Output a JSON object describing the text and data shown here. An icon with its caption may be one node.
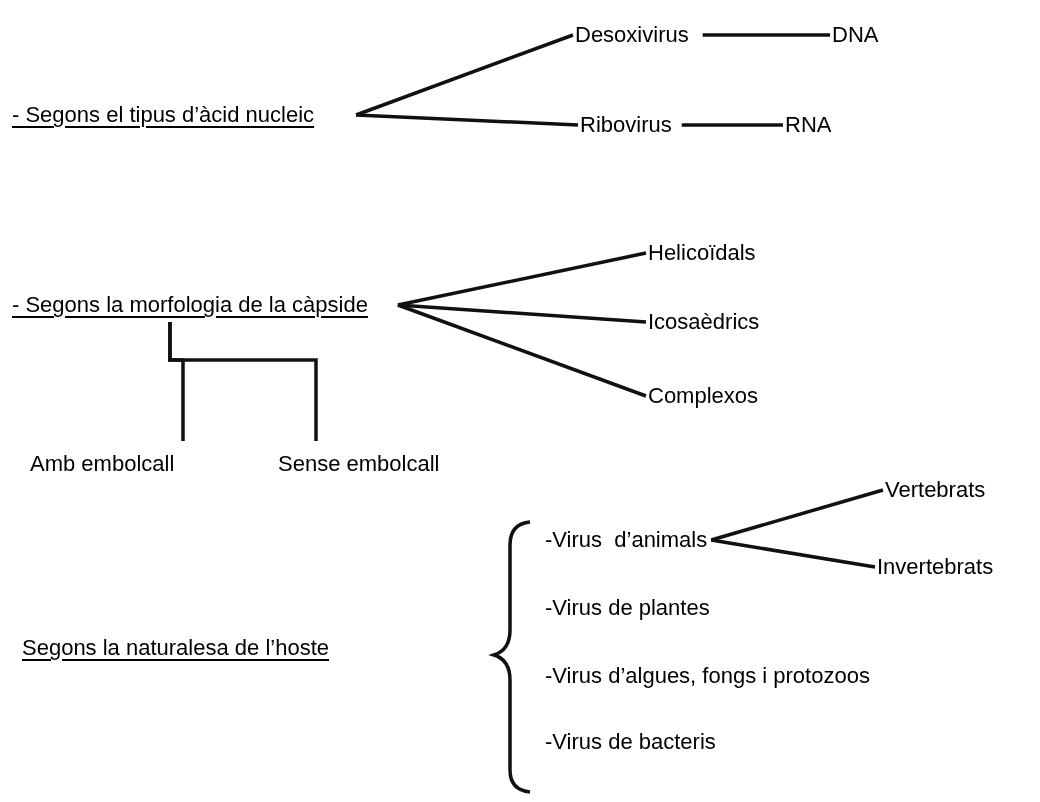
{
  "diagram": {
    "nodes": [
      {
        "text": [
          "- Segons el tipus d’àcid nucleic"
        ]
      },
      {
        "text": [
          "Desoxivirus"
        ]
      },
      {
        "text": [
          "DNA"
        ]
      },
      {
        "text": [
          "Ribovirus"
        ]
      },
      {
        "text": [
          "RNA"
        ]
      },
      {
        "text": [
          "- Segons la morfologia de la càpside"
        ]
      },
      {
        "text": [
          "Helicoïdals"
        ]
      },
      {
        "text": [
          "Icosaèdrics"
        ]
      },
      {
        "text": [
          "Complexos"
        ]
      },
      {
        "text": [
          "Amb embolcall"
        ]
      },
      {
        "text": [
          "Sense embolcall"
        ]
      },
      {
        "text": [
          "Segons la naturalesa de l’hoste"
        ]
      },
      {
        "text": [
          "-Virus  d’animals"
        ]
      },
      {
        "text": [
          "Vertebrats"
        ]
      },
      {
        "text": [
          "Invertebrats"
        ]
      },
      {
        "text": [
          "-Virus de plantes"
        ]
      },
      {
        "text": [
          "-Virus d’algues, fongs i protozoos"
        ]
      },
      {
        "text": [
          "-Virus de bacteris"
        ]
      }
    ],
    "edges": [
      {
        "from": 0,
        "to": 1,
        "arrow": "none"
      },
      {
        "from": 0,
        "to": 3,
        "arrow": "none"
      },
      {
        "from": 1,
        "to": 2,
        "arrow": "none"
      },
      {
        "from": 3,
        "to": 4,
        "arrow": "none"
      },
      {
        "from": 5,
        "to": 6,
        "arrow": "none"
      },
      {
        "from": 5,
        "to": 7,
        "arrow": "none"
      },
      {
        "from": 5,
        "to": 8,
        "arrow": "none"
      },
      {
        "from": 5,
        "to": 9,
        "arrow": "none"
      },
      {
        "from": 5,
        "to": 10,
        "arrow": "none"
      },
      {
        "from": 12,
        "to": 13,
        "arrow": "none"
      },
      {
        "from": 12,
        "to": 14,
        "arrow": "none"
      }
    ]
  }
}
